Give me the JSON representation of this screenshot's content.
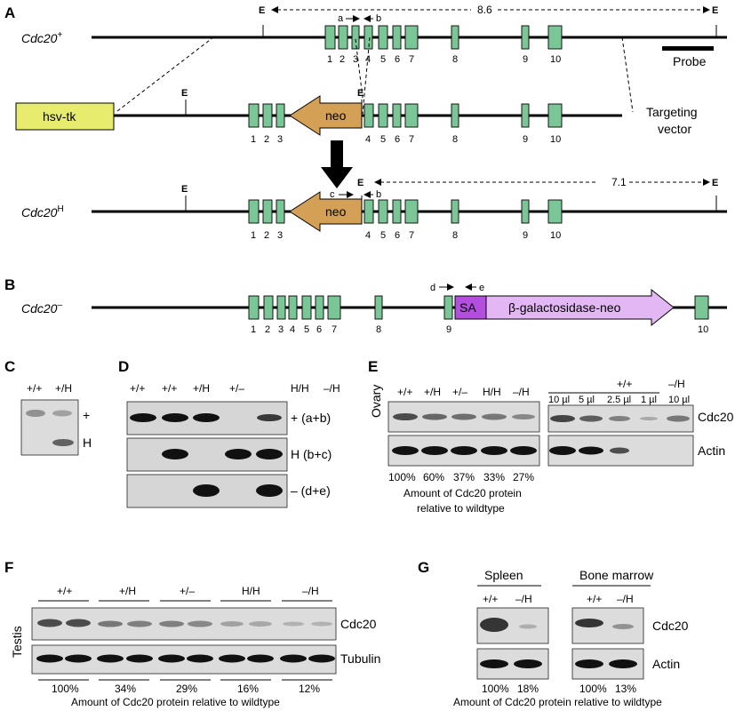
{
  "panels": {
    "A": "A",
    "B": "B",
    "C": "C",
    "D": "D",
    "E": "E",
    "F": "F",
    "G": "G"
  },
  "panelA": {
    "allele_wt": "Cdc20",
    "allele_wt_sup": "+",
    "allele_h": "Cdc20",
    "allele_h_sup": "H",
    "ecori": "E",
    "dist_wt": "8.6",
    "dist_h": "7.1",
    "probe": "Probe",
    "hsvtk": "hsv-tk",
    "neo": "neo",
    "targeting_line1": "Targeting",
    "targeting_line2": "vector",
    "primers": {
      "a": "a",
      "b": "b",
      "c": "c"
    },
    "exons_top": [
      "1",
      "2",
      "3",
      "4",
      "5",
      "6",
      "7",
      "8",
      "9",
      "10"
    ],
    "exons_mid": [
      "1",
      "2",
      "3",
      "4",
      "5",
      "6",
      "7",
      "8",
      "9",
      "10"
    ],
    "exons_bot": [
      "1",
      "2",
      "3",
      "4",
      "5",
      "6",
      "7",
      "8",
      "9",
      "10"
    ]
  },
  "panelB": {
    "allele": "Cdc20",
    "allele_sup": "–",
    "sa": "SA",
    "bgal": "β-galactosidase-neo",
    "primers": {
      "d": "d",
      "e": "e"
    },
    "exons": [
      "1",
      "2",
      "3",
      "4",
      "5",
      "6",
      "7",
      "8",
      "9",
      "10"
    ]
  },
  "panelC": {
    "lanes": [
      "+/+",
      "+/H"
    ],
    "bands": [
      "+",
      "H"
    ]
  },
  "panelD": {
    "lanes": [
      "+/+",
      "+/H",
      "+/–",
      "H/H",
      "–/H"
    ],
    "rows": [
      "+ (a+b)",
      "H (b+c)",
      "– (d+e)"
    ]
  },
  "panelE": {
    "tissue": "Ovary",
    "lanes": [
      "+/+",
      "+/H",
      "+/–",
      "H/H",
      "–/H"
    ],
    "percents": [
      "100%",
      "60%",
      "37%",
      "33%",
      "27%"
    ],
    "caption_line1": "Amount of Cdc20 protein",
    "caption_line2": "relative to wildtype",
    "dilution_group1": "+/+",
    "dilution_group2": "–/H",
    "volumes": [
      "10 µl",
      "5 µl",
      "2.5 µl",
      "1 µl",
      "10 µl"
    ],
    "proteins": [
      "Cdc20",
      "Actin"
    ]
  },
  "panelF": {
    "tissue": "Testis",
    "groups": [
      "+/+",
      "+/H",
      "+/–",
      "H/H",
      "–/H"
    ],
    "percents": [
      "100%",
      "34%",
      "29%",
      "16%",
      "12%"
    ],
    "proteins": [
      "Cdc20",
      "Tubulin"
    ],
    "caption": "Amount of Cdc20 protein relative to wildtype"
  },
  "panelG": {
    "tissues": [
      "Spleen",
      "Bone marrow"
    ],
    "lanes": [
      "+/+",
      "–/H",
      "+/+",
      "–/H"
    ],
    "percents": [
      "100%",
      "18%",
      "100%",
      "13%"
    ],
    "proteins": [
      "Cdc20",
      "Actin"
    ],
    "caption": "Amount of Cdc20 protein relative to wildtype"
  },
  "colors": {
    "exon": "#7bc696",
    "neo": "#d4a056",
    "hsvtk": "#e8ec6e",
    "sa": "#b34ee0",
    "bgal": "#e3b7f4"
  }
}
